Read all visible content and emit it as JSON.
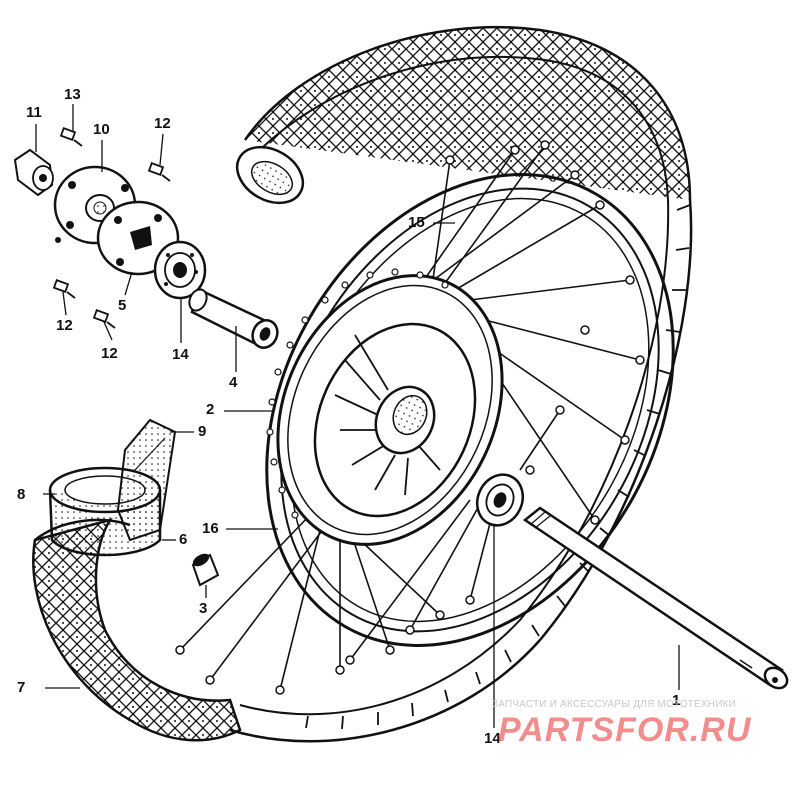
{
  "labels": {
    "p1": "1",
    "p2": "2",
    "p3": "3",
    "p4": "4",
    "p5": "5",
    "p6": "6",
    "p7": "7",
    "p8": "8",
    "p9": "9",
    "p10": "10",
    "p11": "11",
    "p12a": "12",
    "p12b": "12",
    "p12c": "12",
    "p13": "13",
    "p14a": "14",
    "p14b": "14",
    "p15": "15",
    "p16": "16"
  },
  "watermark": {
    "caption": "ЗАПЧАСТИ И АКСЕССУАРЫ ДЛЯ МОТОТЕХНИКИ",
    "logo": "PARTSFOR.RU"
  },
  "colors": {
    "ink": "#111111",
    "watermark_red": "#f06767",
    "watermark_gray": "#c9c9c9"
  }
}
